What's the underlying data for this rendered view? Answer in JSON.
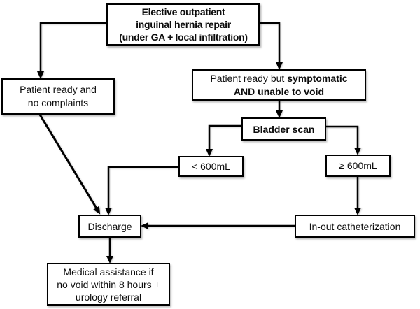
{
  "figure": {
    "background_color": "#ffffff",
    "line_color": "#000000",
    "box_fill_color": "#ffffff",
    "text_color": "#0d0d0d"
  },
  "nodes": {
    "surgery": {
      "lines": [
        "Elective outpatient",
        "inguinal hernia repair",
        "(under GA + local infiltration)"
      ]
    },
    "ready_no_complaints": {
      "lines": [
        "Patient ready and",
        "no complaints"
      ]
    },
    "ready_symptomatic": {
      "line1_normal": "Patient ready but ",
      "line1_bold": "symptomatic",
      "line2_bold": "AND unable to void"
    },
    "bladder_scan": {
      "label": "Bladder scan"
    },
    "under_600": {
      "label": "< 600mL"
    },
    "over_600": {
      "label": "≥ 600mL"
    },
    "discharge": {
      "label": "Discharge"
    },
    "catheterization": {
      "label": "In-out catheterization"
    },
    "medical_assistance": {
      "lines": [
        "Medical assistance if",
        "no void within 8 hours +",
        "urology referral"
      ]
    }
  }
}
